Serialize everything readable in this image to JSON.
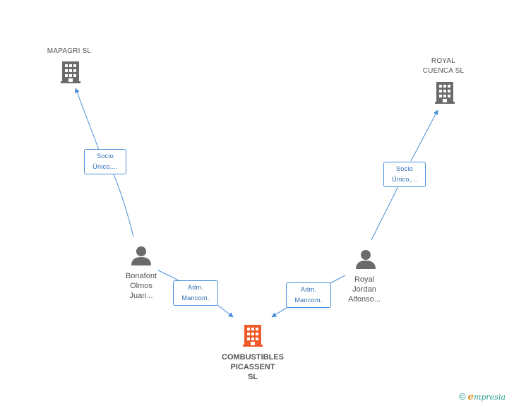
{
  "colors": {
    "edge": "#4a90d9",
    "building": "#6b6b6b",
    "building_main": "#f05a28",
    "person": "#6b6b6b"
  },
  "nodes": {
    "mapagri": {
      "label": "MAPAGRI SL",
      "icon": "building-icon"
    },
    "royal_cuenca": {
      "label_line1": "ROYAL",
      "label_line2": "CUENCA SL",
      "icon": "building-icon"
    },
    "bonafont": {
      "line1": "Bonafont",
      "line2": "Olmos",
      "line3": "Juan...",
      "icon": "person-icon"
    },
    "royal_jordan": {
      "line1": "Royal",
      "line2": "Jordan",
      "line3": "Alfonso...",
      "icon": "person-icon"
    },
    "combustibles": {
      "line1": "COMBUSTIBLES",
      "line2": "PICASSENT",
      "line3": "SL",
      "icon": "building-icon"
    }
  },
  "edges": {
    "e1": {
      "line1": "Socio",
      "line2": "Único,..."
    },
    "e2": {
      "line1": "Socio",
      "line2": "Único,..."
    },
    "e3": {
      "line1": "Adm.",
      "line2": "Mancom."
    },
    "e4": {
      "line1": "Adm.",
      "line2": "Mancom."
    }
  },
  "brand": {
    "copyright": "©",
    "e": "e",
    "rest": "mpresia"
  }
}
